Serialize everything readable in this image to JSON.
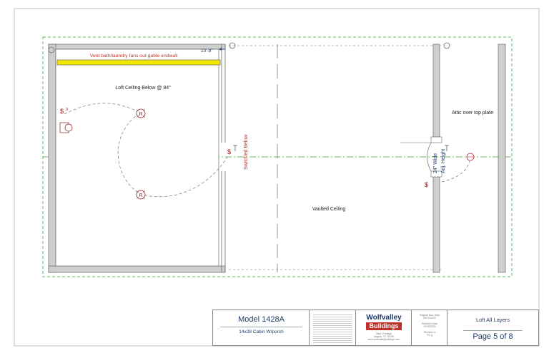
{
  "notes": {
    "vent_note": "Vent bath/laundry fans out gable endwall",
    "dimension": "10'-8\"",
    "loft_ceiling": "Loft Ceiling Below @ 84\"",
    "switched_below": "Switched Below",
    "attic": "Attic over top plate",
    "vaulted": "Vaulted Ceiling",
    "wide": "24\" Wide",
    "adj_height": "Adj. Height",
    "receptacle_mark": "R",
    "switch_count": "3"
  },
  "title_block": {
    "model": "Model 1428A",
    "subtitle": "14x28 Cabin W/porch",
    "logo_line1": "Wolfvalley",
    "logo_line2": "Buildings",
    "company_small_1": "Dept. Prestige",
    "company_small_2": "Seguin, TX 78155",
    "company_small_3": "www.wolfvalleybuildings.com",
    "original_doc_date_label": "Original Doc. Date",
    "original_doc_date": "09/12/2022",
    "revision_date_label": "Revision Date",
    "revision_date": "10/28/2024",
    "revision_label": "Revision #",
    "revision": "R1-g",
    "layer": "Loft All Layers",
    "page": "Page 5 of 8"
  },
  "colors": {
    "note_red": "#c0302a",
    "title_blue": "#1f3a6b",
    "dash_green": "#3fa23f",
    "loft_yellow": "#f3e600",
    "wall_gray": "#cfcfcf"
  }
}
